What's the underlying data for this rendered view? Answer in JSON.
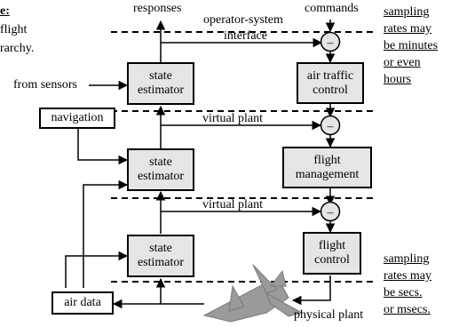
{
  "title_fragment": {
    "line1": "e:",
    "line2": "flight",
    "line3": "rarchy."
  },
  "labels": {
    "responses": "responses",
    "commands": "commands",
    "operator_system": "operator-system",
    "interface": "interface",
    "from_sensors": "from sensors",
    "virtual_plant_1": "virtual plant",
    "virtual_plant_2": "virtual plant",
    "physical_plant": "physical plant"
  },
  "boxes": {
    "state_estimator_1": {
      "line1": "state",
      "line2": "estimator"
    },
    "state_estimator_2": {
      "line1": "state",
      "line2": "estimator"
    },
    "state_estimator_3": {
      "line1": "state",
      "line2": "estimator"
    },
    "air_traffic_control": {
      "line1": "air traffic",
      "line2": "control"
    },
    "flight_management": {
      "line1": "flight",
      "line2": "management"
    },
    "flight_control": {
      "line1": "flight",
      "line2": "control"
    },
    "navigation": "navigation",
    "air_data": "air data"
  },
  "comparator_symbol": "–",
  "notes": {
    "top": [
      "sampling",
      "rates may",
      "be minutes",
      "or even",
      "hours"
    ],
    "bottom": [
      "sampling",
      "rates may",
      "be secs.",
      "or msecs."
    ]
  },
  "colors": {
    "box_fill": "#e5e5e5",
    "line": "#000000",
    "airplane": "#9a9a9a"
  }
}
